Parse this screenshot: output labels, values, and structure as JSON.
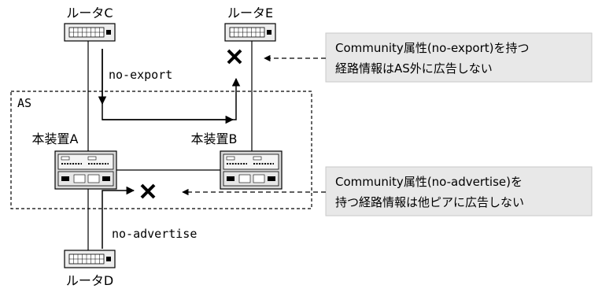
{
  "routers": {
    "c": {
      "label": "ルータC"
    },
    "e": {
      "label": "ルータE"
    },
    "d": {
      "label": "ルータD"
    }
  },
  "devices": {
    "a": {
      "label": "本装置A"
    },
    "b": {
      "label": "本装置B"
    }
  },
  "as_box": {
    "label": "AS"
  },
  "paths": {
    "no_export": {
      "label": "no-export"
    },
    "no_advertise": {
      "label": "no-advertise"
    }
  },
  "callouts": {
    "export": {
      "line1": "Community属性(no-export)を持つ",
      "line2": "経路情報はAS外に広告しない"
    },
    "advertise": {
      "line1": "Community属性(no-advertise)を",
      "line2": "持つ経路情報は他ピアに広告しない"
    }
  },
  "colors": {
    "callout_fill": "#e8e8e8",
    "callout_stroke": "#c8c8c8",
    "device_fill": "#d8d8d8"
  },
  "icons": [
    "router-icon",
    "switch-icon",
    "block-x-icon",
    "arrow-icon"
  ]
}
